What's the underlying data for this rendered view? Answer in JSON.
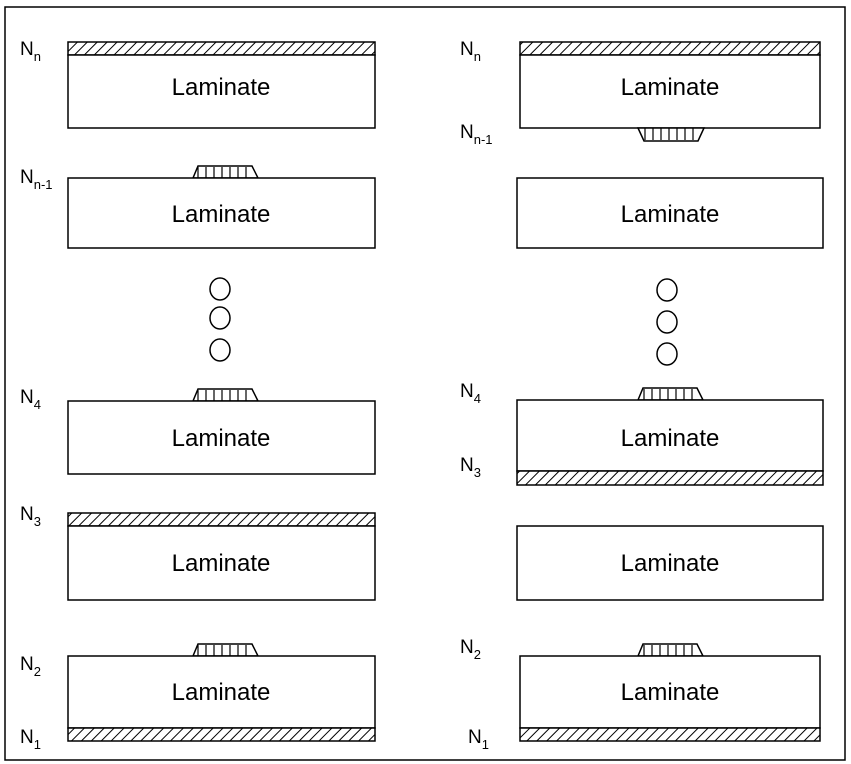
{
  "diagram": {
    "lamina_label": "Laminate",
    "left_column": {
      "layers": [
        {
          "label": "Laminate",
          "top_metal": {
            "base": "N",
            "sub": "n"
          }
        },
        {
          "label": "Laminate",
          "top_metal": {
            "base": "N",
            "sub": "n-1"
          }
        },
        {
          "label": "Laminate",
          "top_metal": {
            "base": "N",
            "sub": "4"
          }
        },
        {
          "label": "Laminate",
          "top_metal": {
            "base": "N",
            "sub": "3"
          }
        },
        {
          "label": "Laminate",
          "top_metal": {
            "base": "N",
            "sub": "2"
          },
          "bottom_metal": {
            "base": "N",
            "sub": "1"
          }
        }
      ]
    },
    "right_column": {
      "layers": [
        {
          "label": "Laminate",
          "top_metal": {
            "base": "N",
            "sub": "n"
          },
          "bottom_metal": {
            "base": "N",
            "sub": "n-1"
          }
        },
        {
          "label": "Laminate"
        },
        {
          "label": "Laminate",
          "top_metal": {
            "base": "N",
            "sub": "4"
          },
          "bottom_metal": {
            "base": "N",
            "sub": "3"
          }
        },
        {
          "label": "Laminate"
        },
        {
          "label": "Laminate",
          "top_metal": {
            "base": "N",
            "sub": "2"
          },
          "bottom_metal": {
            "base": "N",
            "sub": "1"
          }
        }
      ]
    },
    "colors": {
      "stroke": "#000000",
      "background": "#ffffff"
    }
  }
}
